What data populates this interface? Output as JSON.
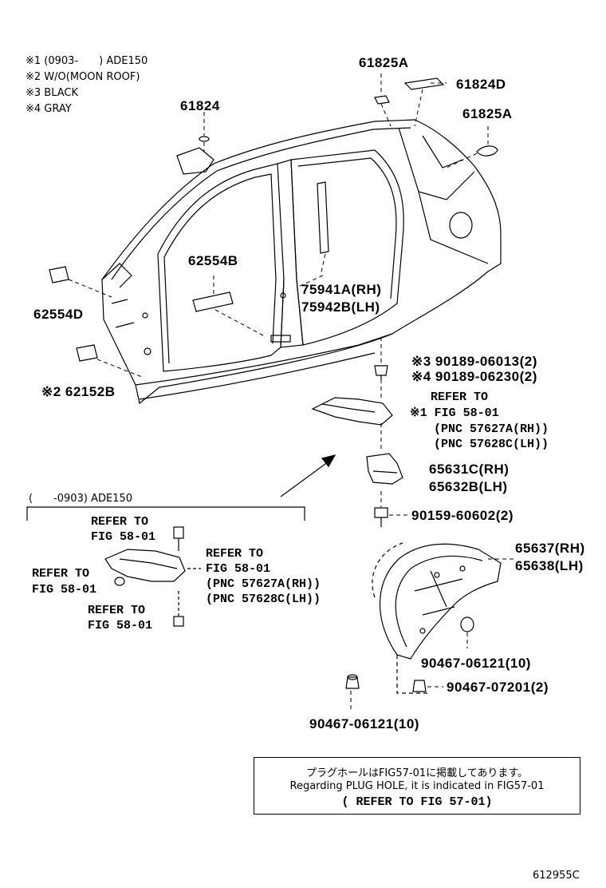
{
  "legend": [
    "※1 (0903-　　) ADE150",
    "※2 W/O(MOON ROOF)",
    "※3 BLACK",
    "※4 GRAY"
  ],
  "parts": {
    "p61825a_top": "61825A",
    "p61824d": "61824D",
    "p61825a_side": "61825A",
    "p61824": "61824",
    "p62554b": "62554B",
    "p75941a": "75941A(RH)",
    "p75942b": "75942B(LH)",
    "p62554d": "62554D",
    "p62152b": "※2 62152B",
    "p90189_06013": "※3 90189-06013(2)",
    "p90189_06230": "※4 90189-06230(2)",
    "p65631c": "65631C(RH)",
    "p65632b": "65632B(LH)",
    "p90159": "90159-60602(2)",
    "p65637": "65637(RH)",
    "p65638": "65638(LH)",
    "p90467_right": "90467-06121(10)",
    "p90467_07201": "90467-07201(2)",
    "p90467_bottom": "90467-06121(10)"
  },
  "refer_right": {
    "line1": "REFER TO",
    "line2": "※1 FIG 58-01",
    "line3": "(PNC 57627A(RH))",
    "line4": "(PNC 57628C(LH))"
  },
  "inset": {
    "label": "(　　-0903) ADE150",
    "ref_top_1": "REFER TO",
    "ref_top_2": "FIG 58-01",
    "ref_left_1": "REFER TO",
    "ref_left_2": "FIG 58-01",
    "ref_bottom_1": "REFER TO",
    "ref_bottom_2": "FIG 58-01",
    "ref_right_1": "REFER TO",
    "ref_right_2": "FIG 58-01",
    "ref_right_3": "(PNC 57627A(RH))",
    "ref_right_4": "(PNC 57628C(LH))"
  },
  "note": {
    "line1": "プラグホールはFIG57-01に掲載してあります。",
    "line2": "Regarding PLUG HOLE, it is indicated in FIG57-01",
    "line3": "( REFER TO FIG 57-01)"
  },
  "figure_id": "612955C"
}
